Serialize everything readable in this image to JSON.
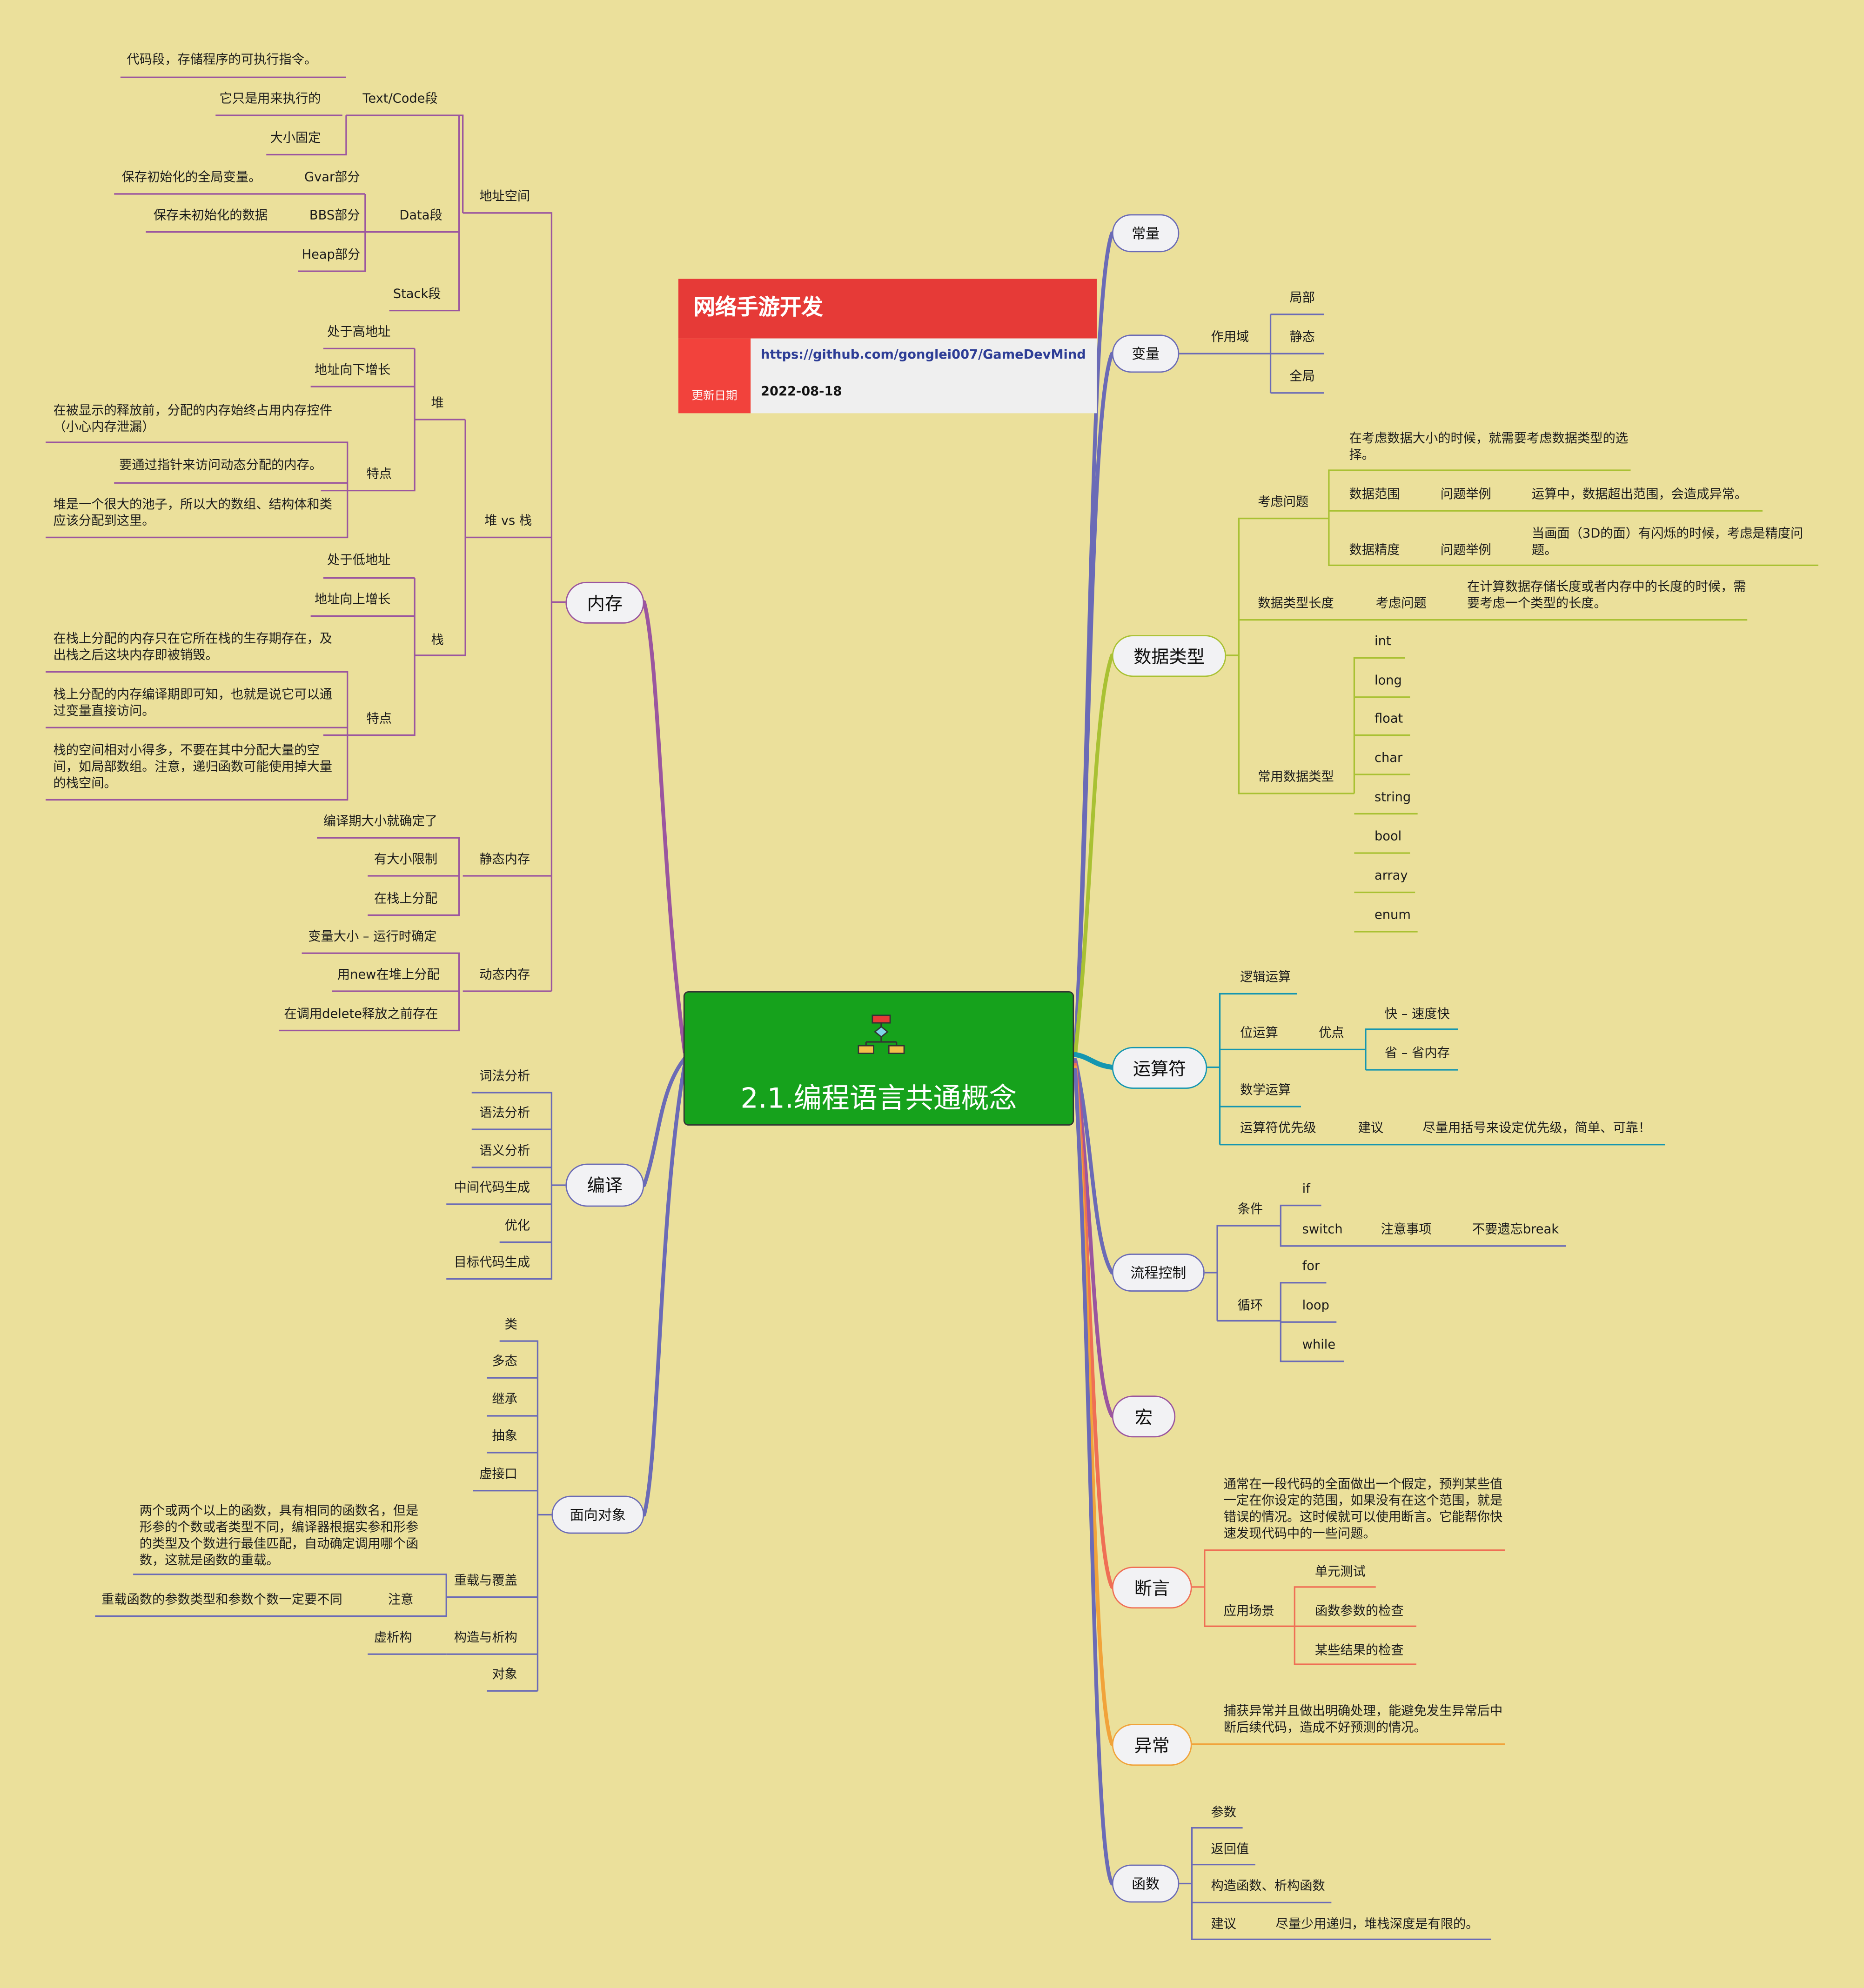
{
  "info": {
    "title": "网络手游开发",
    "url": "https://github.com/gonglei007/GameDevMind",
    "date_label": "更新日期",
    "date": "2022-08-18"
  },
  "root": {
    "title": "2.1.编程语言共通概念"
  },
  "colors": {
    "background": "#ebe09b",
    "root": "#16a21c",
    "info_red": "#e63a37",
    "memory": "#9b569f",
    "compile": "#6b6bb6",
    "oop": "#6b6bb6",
    "constant": "#6b6bb6",
    "datatype": "#a9c133",
    "operator": "#1596b0",
    "flow": "#6b6bb6",
    "macro": "#9b569f",
    "assert": "#ef6f55",
    "exception": "#f1a33a",
    "function": "#6b6bb6"
  },
  "left": {
    "memory": {
      "label": "内存",
      "address_space": {
        "label": "地址空间",
        "text_code": {
          "label": "Text/Code段",
          "items": [
            "代码段，存储程序的可执行指令。",
            "它只是用来执行的",
            "大小固定"
          ]
        },
        "data": {
          "label": "Data段",
          "gvar": "Gvar部分",
          "gvar_desc": "保存初始化的全局变量。",
          "bbs": "BBS部分",
          "bbs_desc": "保存未初始化的数据",
          "heap_part": "Heap部分"
        },
        "stack_seg": "Stack段"
      },
      "heap_vs_stack": {
        "label": "堆 vs 栈",
        "heap": {
          "label": "堆",
          "items": [
            "处于高地址",
            "地址向下增长"
          ],
          "traits_label": "特点",
          "traits": [
            "在被显示的释放前，分配的内存始终占用内存控件（小心内存泄漏）",
            "要通过指针来访问动态分配的内存。",
            "堆是一个很大的池子，所以大的数组、结构体和类应该分配到这里。"
          ]
        },
        "stack": {
          "label": "栈",
          "items": [
            "处于低地址",
            "地址向上增长"
          ],
          "traits_label": "特点",
          "traits": [
            "在栈上分配的内存只在它所在栈的生存期存在，及出栈之后这块内存即被销毁。",
            "栈上分配的内存编译期即可知，也就是说它可以通过变量直接访问。",
            "栈的空间相对小得多，不要在其中分配大量的空间，如局部数组。注意，递归函数可能使用掉大量的栈空间。"
          ]
        }
      },
      "static_mem": {
        "label": "静态内存",
        "items": [
          "编译期大小就确定了",
          "有大小限制",
          "在栈上分配"
        ]
      },
      "dynamic_mem": {
        "label": "动态内存",
        "items": [
          "变量大小 – 运行时确定",
          "用new在堆上分配",
          "在调用delete释放之前存在"
        ]
      }
    },
    "compile": {
      "label": "编译",
      "items": [
        "词法分析",
        "语法分析",
        "语义分析",
        "中间代码生成",
        "优化",
        "目标代码生成"
      ]
    },
    "oop": {
      "label": "面向对象",
      "items": [
        "类",
        "多态",
        "继承",
        "抽象",
        "虚接口"
      ],
      "overload": {
        "label": "重载与覆盖",
        "desc": "两个或两个以上的函数，具有相同的函数名，但是形参的个数或者类型不同，编译器根据实参和形参的类型及个数进行最佳匹配，自动确定调用哪个函数，这就是函数的重载。",
        "note_label": "注意",
        "note": "重载函数的参数类型和参数个数一定要不同"
      },
      "ctor": {
        "label": "构造与析构",
        "virtual": "虚析构"
      },
      "object": "对象"
    }
  },
  "right": {
    "constant": {
      "label": "常量"
    },
    "variable": {
      "label": "变量",
      "scope": "作用域",
      "items": [
        "局部",
        "静态",
        "全局"
      ]
    },
    "datatype": {
      "label": "数据类型",
      "consider": {
        "label": "考虑问题",
        "desc": "在考虑数据大小的时候，就需要考虑数据类型的选择。",
        "range": "数据范围",
        "range_ex": "问题举例",
        "range_desc": "运算中，数据超出范围，会造成异常。",
        "precision": "数据精度",
        "precision_ex": "问题举例",
        "precision_desc": "当画面（3D的面）有闪烁的时候，考虑是精度问题。"
      },
      "length": {
        "label": "数据类型长度",
        "q": "考虑问题",
        "desc": "在计算数据存储长度或者内存中的长度的时候，需要考虑一个类型的长度。"
      },
      "common": {
        "label": "常用数据类型",
        "items": [
          "int",
          "long",
          "float",
          "char",
          "string",
          "bool",
          "array",
          "enum"
        ]
      }
    },
    "operator": {
      "label": "运算符",
      "logic": "逻辑运算",
      "bit": {
        "label": "位运算",
        "adv": "优点",
        "items": [
          "快 – 速度快",
          "省 – 省内存"
        ]
      },
      "math": "数学运算",
      "priority": {
        "label": "运算符优先级",
        "advice": "建议",
        "desc": "尽量用括号来设定优先级，简单、可靠！"
      }
    },
    "flow": {
      "label": "流程控制",
      "cond": {
        "label": "条件",
        "if": "if",
        "switch": "switch",
        "note": "注意事项",
        "break": "不要遗忘break"
      },
      "loop": {
        "label": "循环",
        "items": [
          "for",
          "loop",
          "while"
        ]
      }
    },
    "macro": {
      "label": "宏"
    },
    "assert": {
      "label": "断言",
      "desc": "通常在一段代码的全面做出一个假定，预判某些值一定在你设定的范围，如果没有在这个范围，就是错误的情况。这时候就可以使用断言。它能帮你快速发现代码中的一些问题。",
      "scene": "应用场景",
      "items": [
        "单元测试",
        "函数参数的检查",
        "某些结果的检查"
      ]
    },
    "exception": {
      "label": "异常",
      "desc": "捕获异常并且做出明确处理，能避免发生异常后中断后续代码，造成不好预测的情况。"
    },
    "function": {
      "label": "函数",
      "items": [
        "参数",
        "返回值",
        "构造函数、析构函数"
      ],
      "advice": "建议",
      "advice_desc": "尽量少用递归，堆栈深度是有限的。"
    }
  }
}
